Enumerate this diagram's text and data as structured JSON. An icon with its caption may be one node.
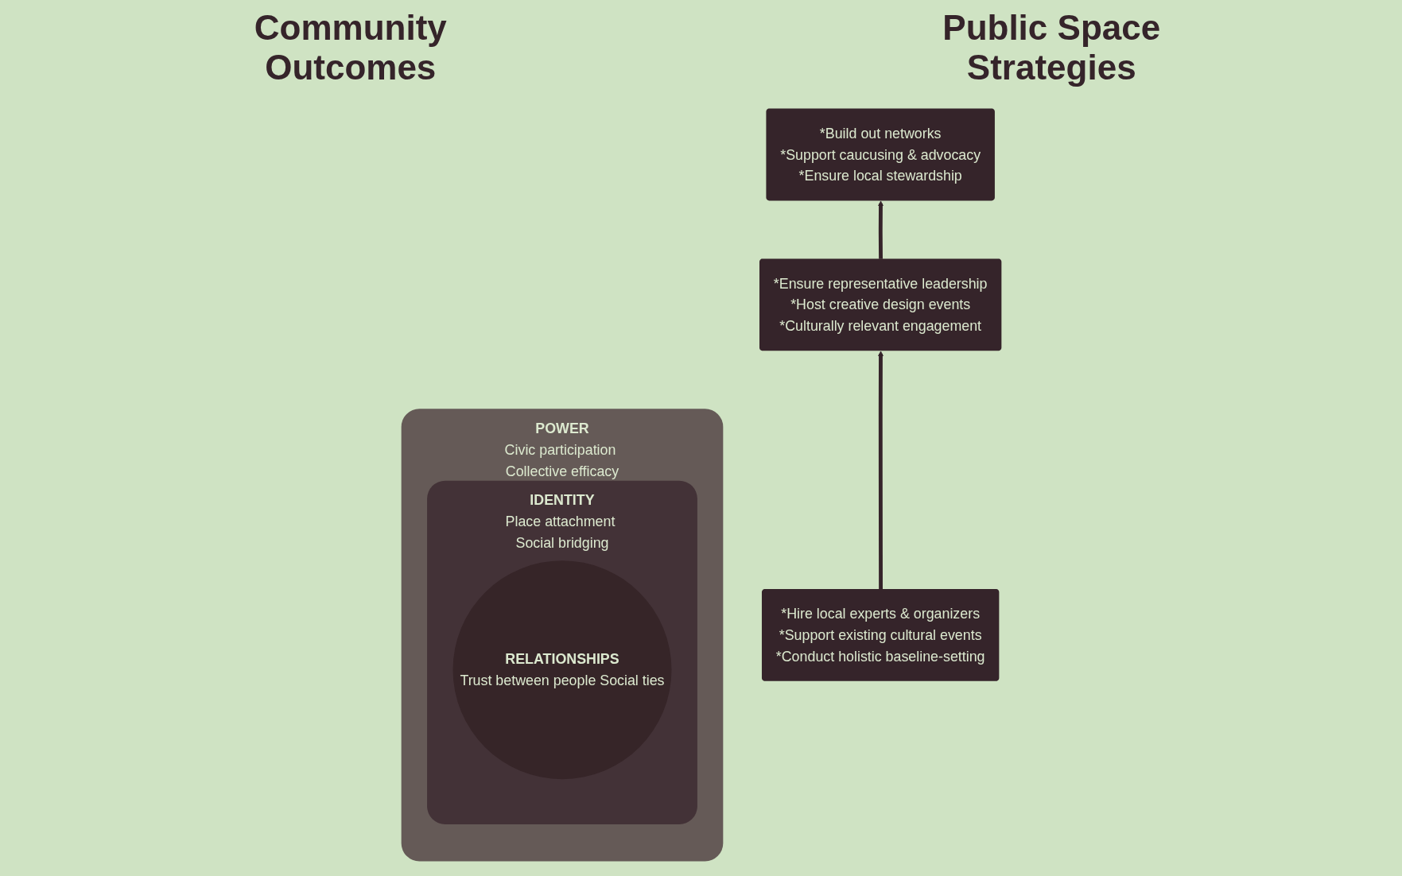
{
  "diagram": {
    "nodes": [
      {
        "text": [
          "POWER",
          "Civic participation Collective efficacy"
        ]
      },
      {
        "text": [
          "IDENTITY",
          "Place attachment Social bridging"
        ],
        "in": 0
      },
      {
        "text": [
          "RELATIONSHIPS",
          "Trust between people Social ties"
        ],
        "in": 1
      },
      {
        "text": [
          "*Build out networks",
          "*Support caucusing & advocacy",
          "*Ensure local stewardship"
        ]
      },
      {
        "text": [
          "*Ensure representative leadership",
          "*Host creative design events",
          "*Culturally relevant engagement"
        ]
      },
      {
        "text": [
          "*Hire local experts & organizers",
          "*Support existing cultural events",
          "*Conduct holistic baseline-setting"
        ]
      }
    ],
    "edges": [
      {
        "from": 5,
        "to": 4,
        "arrow": "to"
      },
      {
        "from": 4,
        "to": 3,
        "arrow": "to"
      }
    ],
    "labels": [
      "Community Outcomes",
      "Public Space Strategies"
    ]
  }
}
